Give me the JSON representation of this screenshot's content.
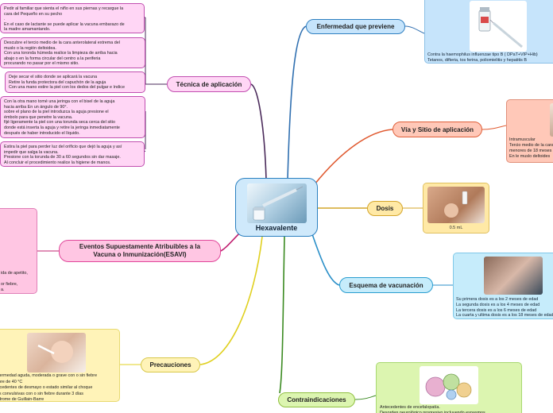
{
  "center": {
    "title": "Hexavalente"
  },
  "colors": {
    "tecnica": "#ffd6f5",
    "tecnica_border": "#c14fb0",
    "enfermedad": "#c6e4fb",
    "enfermedad_border": "#2f7fc0",
    "via": "#ffc8b8",
    "via_border": "#e0603a",
    "dosis": "#ffe9a6",
    "dosis_border": "#d4a52a",
    "esquema": "#c6ecfb",
    "esquema_border": "#2a9dd0",
    "esavi": "#ffc6e3",
    "esavi_border": "#e0479a",
    "precauciones": "#fff3b8",
    "precauciones_border": "#d8c84a",
    "contra": "#dcf5b0",
    "contra_border": "#90c040"
  },
  "branches": {
    "tecnica": {
      "title": "Técnica de aplicación",
      "boxes": [
        "Pedir al familiar que sienta el niño en sus piernas y recargue la\ncara del Pequeño en su pecho\n.\nEn el caso de lactante se puede aplicar la vacuna embarazo de\nla madre amamantando.",
        "Descubre el tercio medio de la cara anterolateral extrema del\nmuslo o la región deltoidea.\nCon una toronda húmeda realice la limpieza de arriba hacia\nabajo o en la forma circular del centro a la periferia\nprocurando no pasar por el mismo sitio.",
        "Deje secar el sitio donde se aplicará la vacuna\nRetire la funda protectora del capuchón de la aguja\nCon una mano estire la piel con los dedos del pulgar e índice",
        "Con la otra mano tomé una jeringa con el bisel de la aguja\nhacia arriba En un ángulo de 90°.\nsobre el plano de la piel introduzca la aguja presione el\némbolo para que penetre la vacuna.\nfijé ligeramente la piel con una torunda seca cerca del sitio\ndonde está inserta la aguja y retire la jeringa inmediatamente\ndespués de haber introducido el líquido.",
        "Estira la piel para perder luz del orificio que dejó la aguja y así\nimpedir que salga la vacuna.\nPresione con la torunda de 30 a 60 segundos sin dar masaje.\nAl concluir el procedimiento realice la higiene de manos."
      ]
    },
    "enfermedad": {
      "title": "Enfermedad que previene",
      "text": "Contra la haemophilus influenzae tipo B ( DPaT+VIP+Hib)\nTetanos, difteria, tos ferina, poliomielitis y hepatitis B"
    },
    "via": {
      "title": "Vía y Sitio de aplicación",
      "text": "Intramuscular\nTercio medio de la cara\nmenores de 18 meses\nEn le muslo deltoides"
    },
    "dosis": {
      "title": "Dosis",
      "label": "0.5 mL"
    },
    "esquema": {
      "title": "Esquema de vacunación",
      "text": "Su primera dosis es a los 2 meses de edad\nLa segunda dosis es a los 4 meses de edad\nLa tercera dosis es a los 6 meses de edad\nLa cuarta y ultima dosis es a los 18 meses de edad"
    },
    "esavi": {
      "title": "Eventos Supuestamente Atribuibles a la\nVacuna o Inmunización(ESAVI)",
      "text": "ida de apetito,\n\nor fiebre,\na."
    },
    "precauciones": {
      "title": "Precauciones",
      "text": "nfermedad aguda, moderada o grave con o sin fiebre\nebre de 40 °C\ntecedentes de desmayo o estado similar al choque\nsis convulsivas con o sin fiebre durante 3 días\nndrome de Guillain-Barre"
    },
    "contra": {
      "title": "Contraindicaciones",
      "text": "Antecedentes de encefalopatía.\nDesorden neurológico progresivo incluyendo espasmos"
    }
  }
}
